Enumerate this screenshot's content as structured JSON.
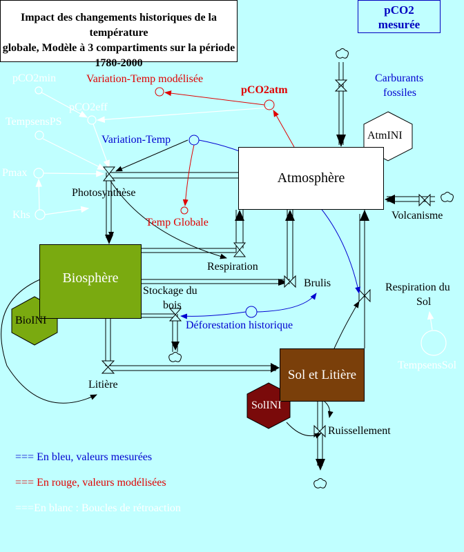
{
  "title": {
    "line1": "Impact des changements historiques de la température",
    "line2": "globale, Modèle à 3 compartiments sur la période",
    "line3": "1780-2000"
  },
  "pco2_mesuree": {
    "line1": "pCO2",
    "line2": "mesurée"
  },
  "stocks": {
    "atmosphere": "Atmosphère",
    "biosphere": "Biosphère",
    "sol": "Sol et Litière"
  },
  "initials": {
    "atm": "AtmINI",
    "bio": "BioINI",
    "sol": "SolINI"
  },
  "flows": {
    "photosynthese": "Photosynthèse",
    "respiration": "Respiration",
    "brulis": "Brulis",
    "stockage1": "Stockage du",
    "stockage2": "bois",
    "deforestation": "Déforestation historique",
    "litiere": "Litière",
    "ruissellement": "Ruissellement",
    "resp_sol1": "Respiration du",
    "resp_sol2": "Sol",
    "volcanisme": "Volcanisme",
    "carburants1": "Carburants",
    "carburants2": "fossiles"
  },
  "variables": {
    "variation_temp": "Variation-Temp",
    "variation_temp_mod": "Variation-Temp modélisée",
    "pco2atm": "pCO2atm",
    "temp_globale": "Temp Globale",
    "pco2min": "pCO2min",
    "pco2eff": "pCO2eff",
    "tempsensps": "TempsensPS",
    "pmax": "Pmax",
    "khs": "Khs",
    "tempsenssol": "TempsensSol"
  },
  "legend": {
    "blue": "=== En bleu, valeurs mesurées",
    "red": "=== En rouge, valeurs modélisées",
    "white": "===En blanc : Boucles de rétroaction"
  },
  "colors": {
    "background": "#c0ffff",
    "biosphere": "#7aaa10",
    "sol": "#7a3f0a",
    "solini": "#7a0a0a",
    "measured": "#0000d0",
    "modeled": "#e00000"
  }
}
